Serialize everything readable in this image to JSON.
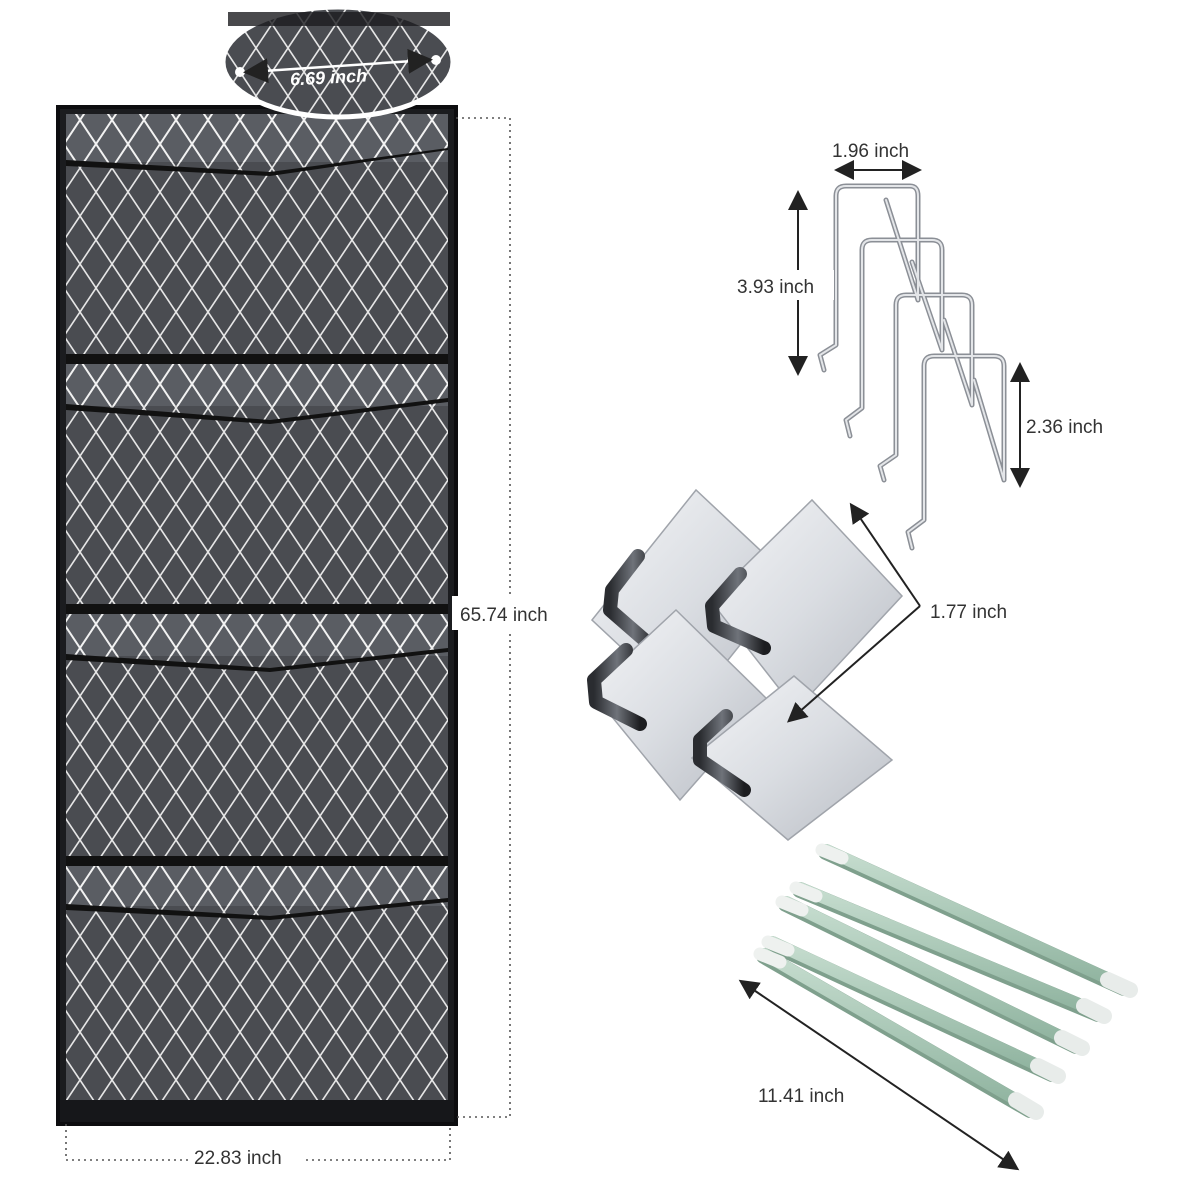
{
  "organizer": {
    "pocket_count": 4,
    "strap_width_label": "6.69 inch",
    "height_label": "65.74 inch",
    "width_label": "22.83 inch"
  },
  "over_door_hooks": {
    "count": 4,
    "top_width_label": "1.96 inch",
    "height_label": "3.93 inch",
    "drop_label": "2.36 inch"
  },
  "adhesive_hooks": {
    "count": 4,
    "size_label": "1.77 inch"
  },
  "rods": {
    "count": 5,
    "length_label": "11.41 inch"
  },
  "colors": {
    "fabric": "#4a4c51",
    "fabric_dark": "#2b2d31",
    "lattice": "#e6e6e6",
    "binding": "#111111",
    "steel": "#c9ccd1",
    "rod": "#a9c9b6",
    "dimension_line": "#222222"
  }
}
